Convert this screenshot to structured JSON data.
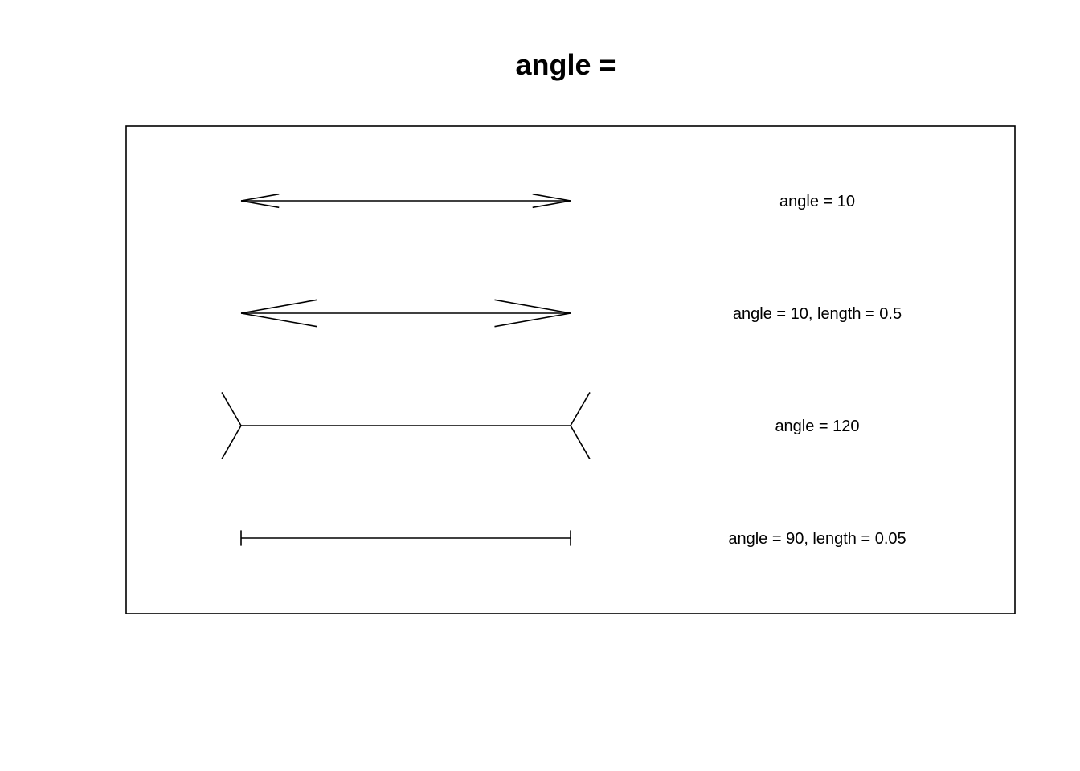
{
  "figure": {
    "title": "angle ="
  },
  "arrows": [
    {
      "label": "angle = 10",
      "angle": 10,
      "length": 0.25,
      "code": 3
    },
    {
      "label": "angle = 10, length = 0.5",
      "angle": 10,
      "length": 0.5,
      "code": 3
    },
    {
      "label": "angle = 120",
      "angle": 120,
      "length": 0.25,
      "code": 3
    },
    {
      "label": "angle = 90, length = 0.05",
      "angle": 90,
      "length": 0.05,
      "code": 3
    }
  ],
  "colors": {
    "stroke": "#000000",
    "background": "#ffffff"
  }
}
